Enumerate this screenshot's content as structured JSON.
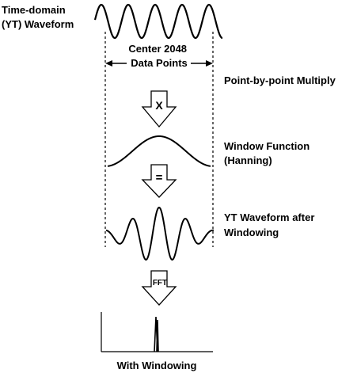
{
  "labels": {
    "time_domain": [
      "Time-domain",
      "(YT) Waveform"
    ],
    "center_points": [
      "Center 2048",
      "Data Points"
    ],
    "multiply": "Point-by-point Multiply",
    "window_function": [
      "Window Function",
      "(Hanning)"
    ],
    "after_windowing": [
      "YT Waveform after",
      "Windowing"
    ],
    "with_windowing": "With Windowing"
  },
  "steps": {
    "multiply_symbol": "X",
    "equals_symbol": "=",
    "fft_symbol": "FFT"
  },
  "colors": {
    "ink": "#000000",
    "background": "#ffffff"
  }
}
